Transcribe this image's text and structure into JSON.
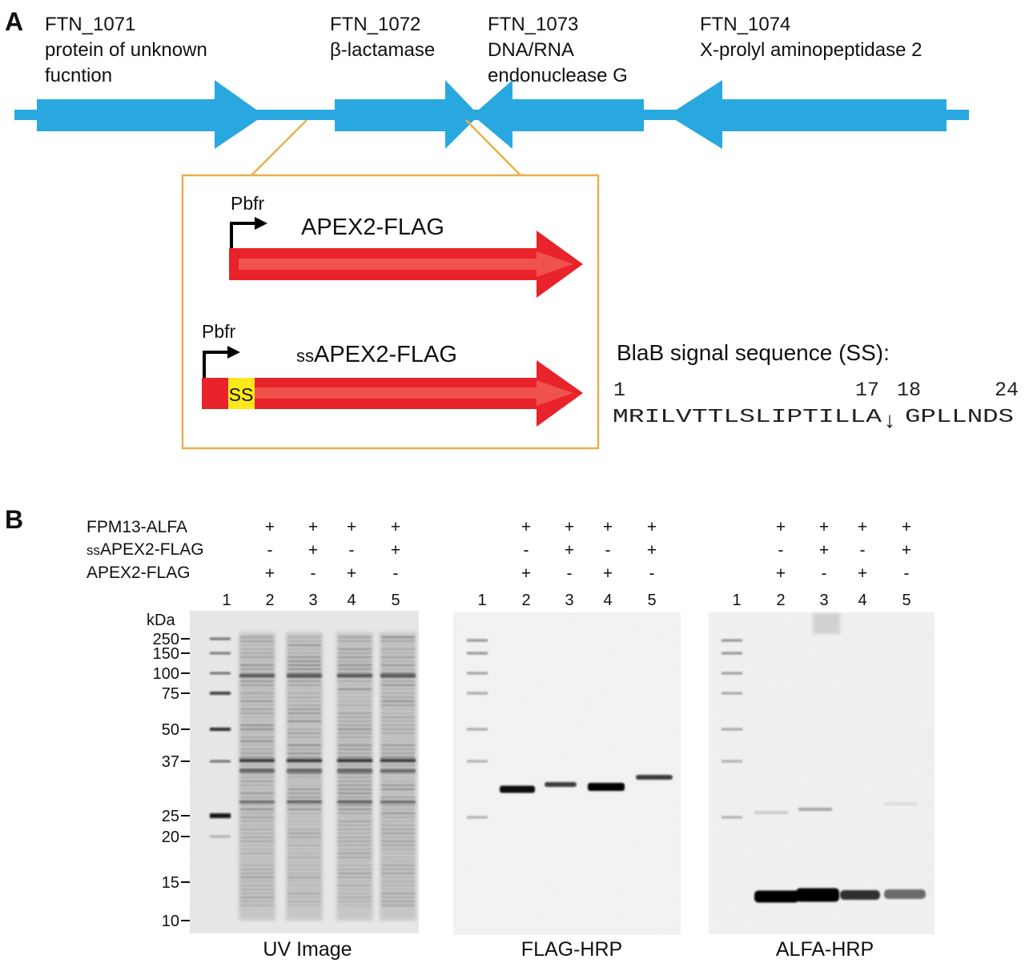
{
  "panel_a": {
    "label": "A",
    "genes": [
      {
        "id": "FTN_1071",
        "desc_lines": [
          "protein of unknown",
          "fucntion"
        ]
      },
      {
        "id": "FTN_1072",
        "desc_lines": [
          "β-lactamase"
        ]
      },
      {
        "id": "FTN_1073",
        "desc_lines": [
          "DNA/RNA",
          "endonuclease G"
        ]
      },
      {
        "id": "FTN_1074",
        "desc_lines": [
          "X-prolyl aminopeptidase 2"
        ]
      }
    ],
    "constructs": [
      {
        "promoter": "Pbfr",
        "name": "APEX2-FLAG"
      },
      {
        "promoter": "Pbfr",
        "name_prefix": "ss",
        "name": "APEX2-FLAG",
        "tag": "SS"
      }
    ],
    "signal_seq": {
      "title": "BlaB signal sequence (SS):",
      "pos_1": "1",
      "pos_17": "17",
      "pos_18": "18",
      "pos_24": "24",
      "seq_left": "MRILVTTLSLIPTILLA",
      "cleave": "↓",
      "seq_right": "GPLLNDS"
    },
    "colors": {
      "gene": "#29a8e0",
      "construct": "#e8232a",
      "construct_inner": "#f0524d",
      "box": "#e8b04a",
      "ss": "#ffe81a"
    }
  },
  "panel_b": {
    "label": "B",
    "conditions": [
      {
        "label": "FPM13-ALFA",
        "prefix": "",
        "lanes": [
          "+",
          "+",
          "+",
          "+"
        ]
      },
      {
        "label": "APEX2-FLAG",
        "prefix": "ss",
        "lanes": [
          "-",
          "+",
          "-",
          "+"
        ]
      },
      {
        "label": "APEX2-FLAG",
        "prefix": "",
        "lanes": [
          "+",
          "-",
          "+",
          "-"
        ]
      }
    ],
    "lane_numbers": [
      "1",
      "2",
      "3",
      "4",
      "5"
    ],
    "kda_label": "kDa",
    "markers": [
      "250",
      "150",
      "100",
      "75",
      "50",
      "37",
      "25",
      "20",
      "15",
      "10"
    ],
    "gels": [
      {
        "caption": "UV Image"
      },
      {
        "caption": "FLAG-HRP"
      },
      {
        "caption": "ALFA-HRP"
      }
    ]
  }
}
